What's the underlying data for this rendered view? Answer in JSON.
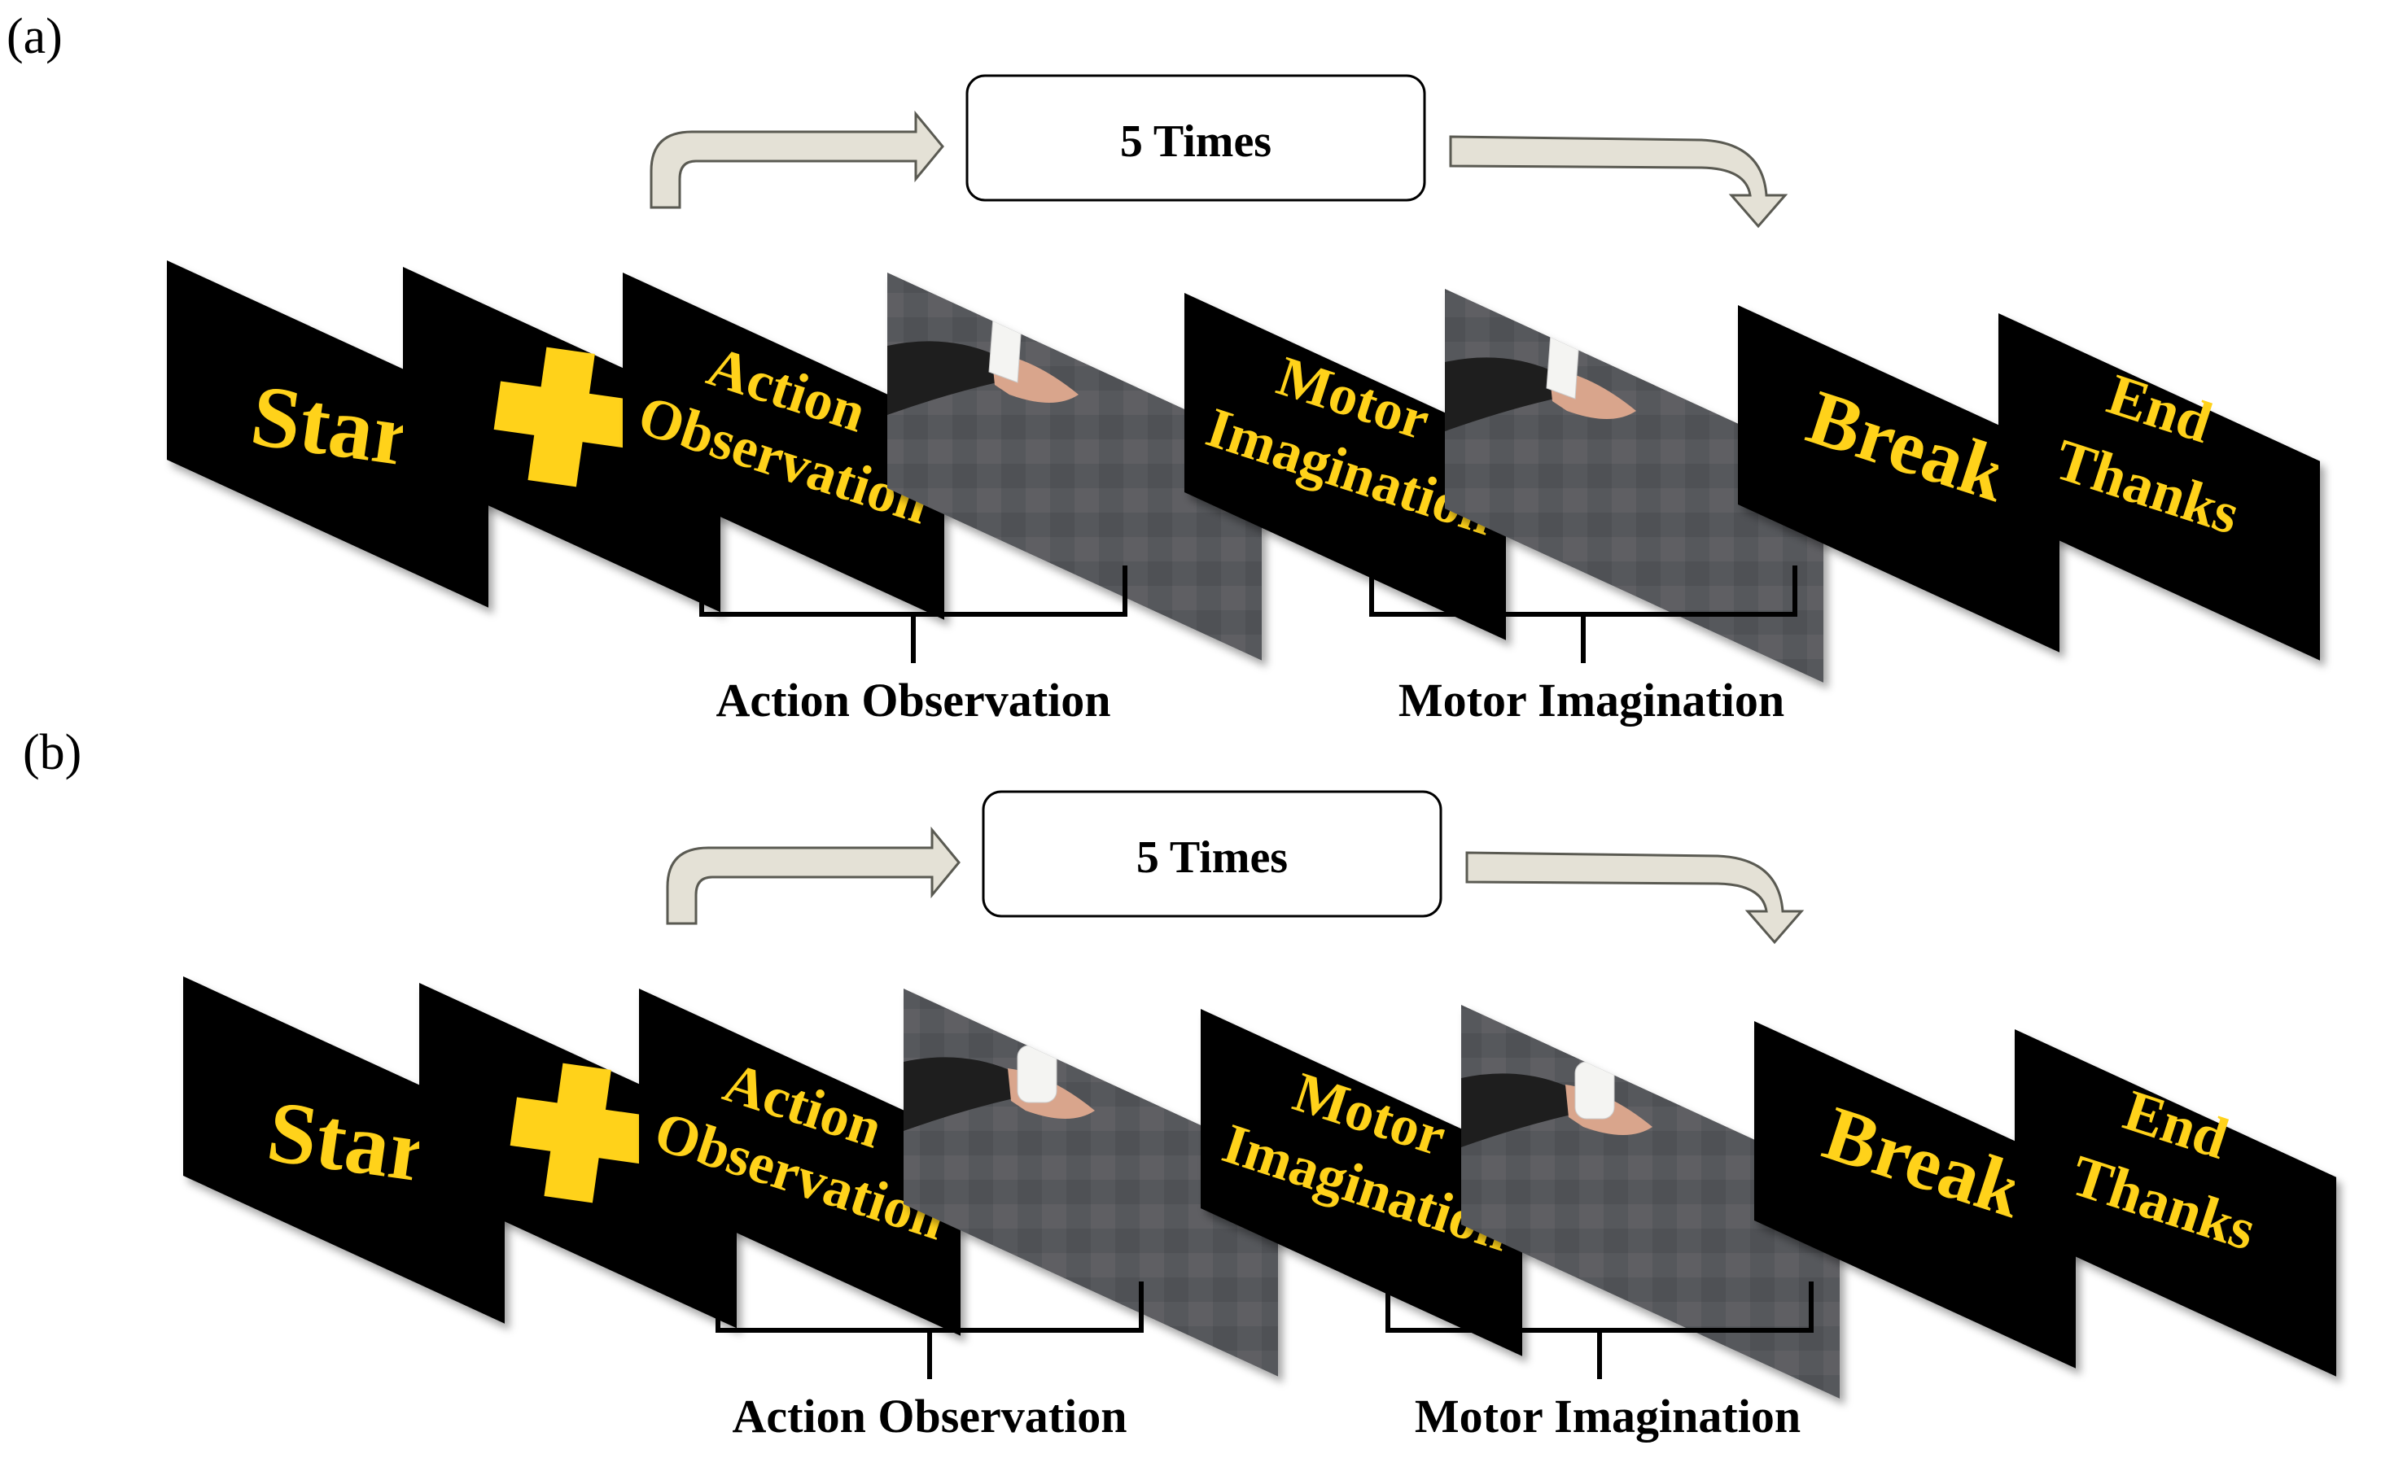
{
  "colors": {
    "slide_bg": "#000000",
    "slide_text": "#FFD21A",
    "arrow_fill": "#E4E1D6",
    "arrow_stroke": "#5a5a52",
    "photo_floor": "#55565a",
    "sleeve": "#1e1e1e",
    "skin": "#d9a58c"
  },
  "panels": [
    {
      "label": "(a)",
      "repeat_label": "5 Times",
      "object": "towel",
      "slides": {
        "start": "Star",
        "fixation": "cross",
        "action_line1": "Action",
        "action_line2": "Observation",
        "motor_line1": "Motor",
        "motor_line2": "Imagination",
        "break": "Break",
        "end_line1": "End",
        "end_line2": "Thanks"
      },
      "captions": {
        "action": "Action Observation",
        "motor": "Motor Imagination"
      }
    },
    {
      "label": "(b)",
      "repeat_label": "5 Times",
      "object": "cup",
      "slides": {
        "start": "Star",
        "fixation": "cross",
        "action_line1": "Action",
        "action_line2": "Observation",
        "motor_line1": "Motor",
        "motor_line2": "Imagination",
        "break": "Break",
        "end_line1": "End",
        "end_line2": "Thanks"
      },
      "captions": {
        "action": "Action Observation",
        "motor": "Motor Imagination"
      }
    }
  ]
}
